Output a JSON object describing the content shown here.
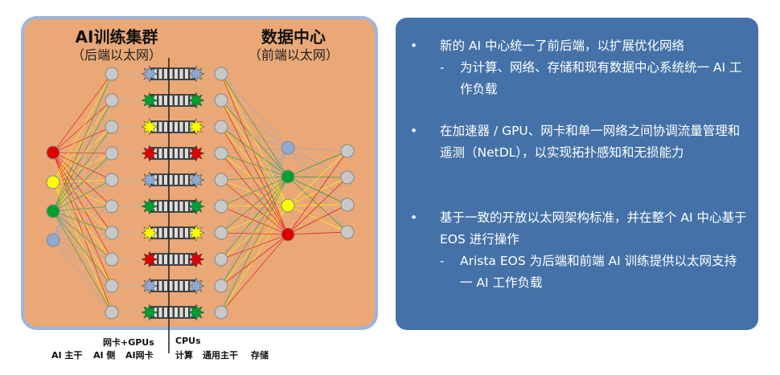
{
  "left": {
    "title_ai": "AI训练集群",
    "sub_ai": "（后端以太网）",
    "title_dc": "数据中心",
    "sub_dc": "（前端以太网）",
    "labels": {
      "nic_gpus": "网卡+GPUs",
      "cpus": "CPUs",
      "ai_spine": "AI 主干",
      "ai_leaf": "AI 侧",
      "ai_nic": "AI网卡",
      "compute": "计算",
      "general_spine": "通用主干",
      "storage": "存储"
    },
    "ai_spine_colors": [
      "#e00000",
      "#ffff00",
      "#00a030",
      "#8fa9d0"
    ],
    "gpu_star_colors": [
      "#8fa9d0",
      "#00a030",
      "#ffff00",
      "#e00000",
      "#8fa9d0",
      "#00a030",
      "#ffff00",
      "#e00000",
      "#8fa9d0",
      "#00a030"
    ],
    "dc_spine_colors": [
      "#8fa9d0",
      "#00a030",
      "#ffff00",
      "#e00000"
    ]
  },
  "panel": {
    "bullet": "•",
    "dash": "-",
    "b1": "新的 AI 中心统一了前后端，以扩展优化网络",
    "b1s1": "为计算、网络、存储和现有数据中心系统统一 AI 工作负载",
    "b2": "在加速器 / GPU、网卡和单一网络之间协调流量管理和遥测（NetDL），以实现拓扑感知和无损能力",
    "b3": "基于一致的开放以太网架构标准，并在整个 AI 中心基于 EOS 进行操作",
    "b3s1": "Arista EOS 为后端和前端 AI 训练提供以太网支持 一 AI 工作负载"
  }
}
